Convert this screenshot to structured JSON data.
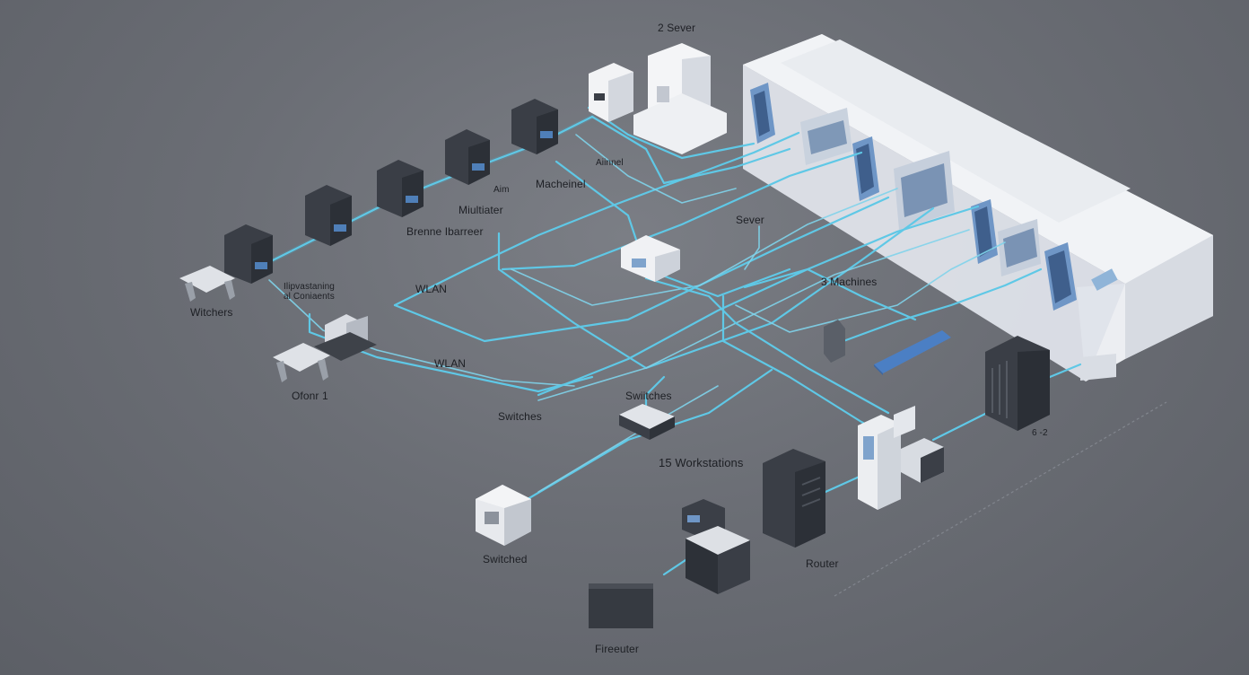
{
  "labels": {
    "servers_top": "2 Sever",
    "antenna": "Aiinnel",
    "machines_top": "Macheinel",
    "aim": "Aim",
    "multiplexer": "Miultiater",
    "branch": "Brenne Ibarreer",
    "workstations_connect": "Ilipvastaning\nal Coniaents",
    "wlan_1": "WLAN",
    "wlan_2": "WLAN",
    "witchers": "Witchers",
    "office": "Ofonr 1",
    "switches_1": "Switches",
    "switches_2": "Swiitches",
    "server_center": "Sever",
    "machines_right": "3 Machines",
    "workstations": "15 Workstations",
    "switched": "Switched",
    "router": "Router",
    "firewall": "Fireeuter",
    "rack_code": "6 -2"
  },
  "colors": {
    "cable": "#5fc8e6",
    "floor": "#6b6e75",
    "server_dark": "#3b3f47",
    "server_light": "#e9ebef",
    "panel_blue": "#6e95c8"
  }
}
